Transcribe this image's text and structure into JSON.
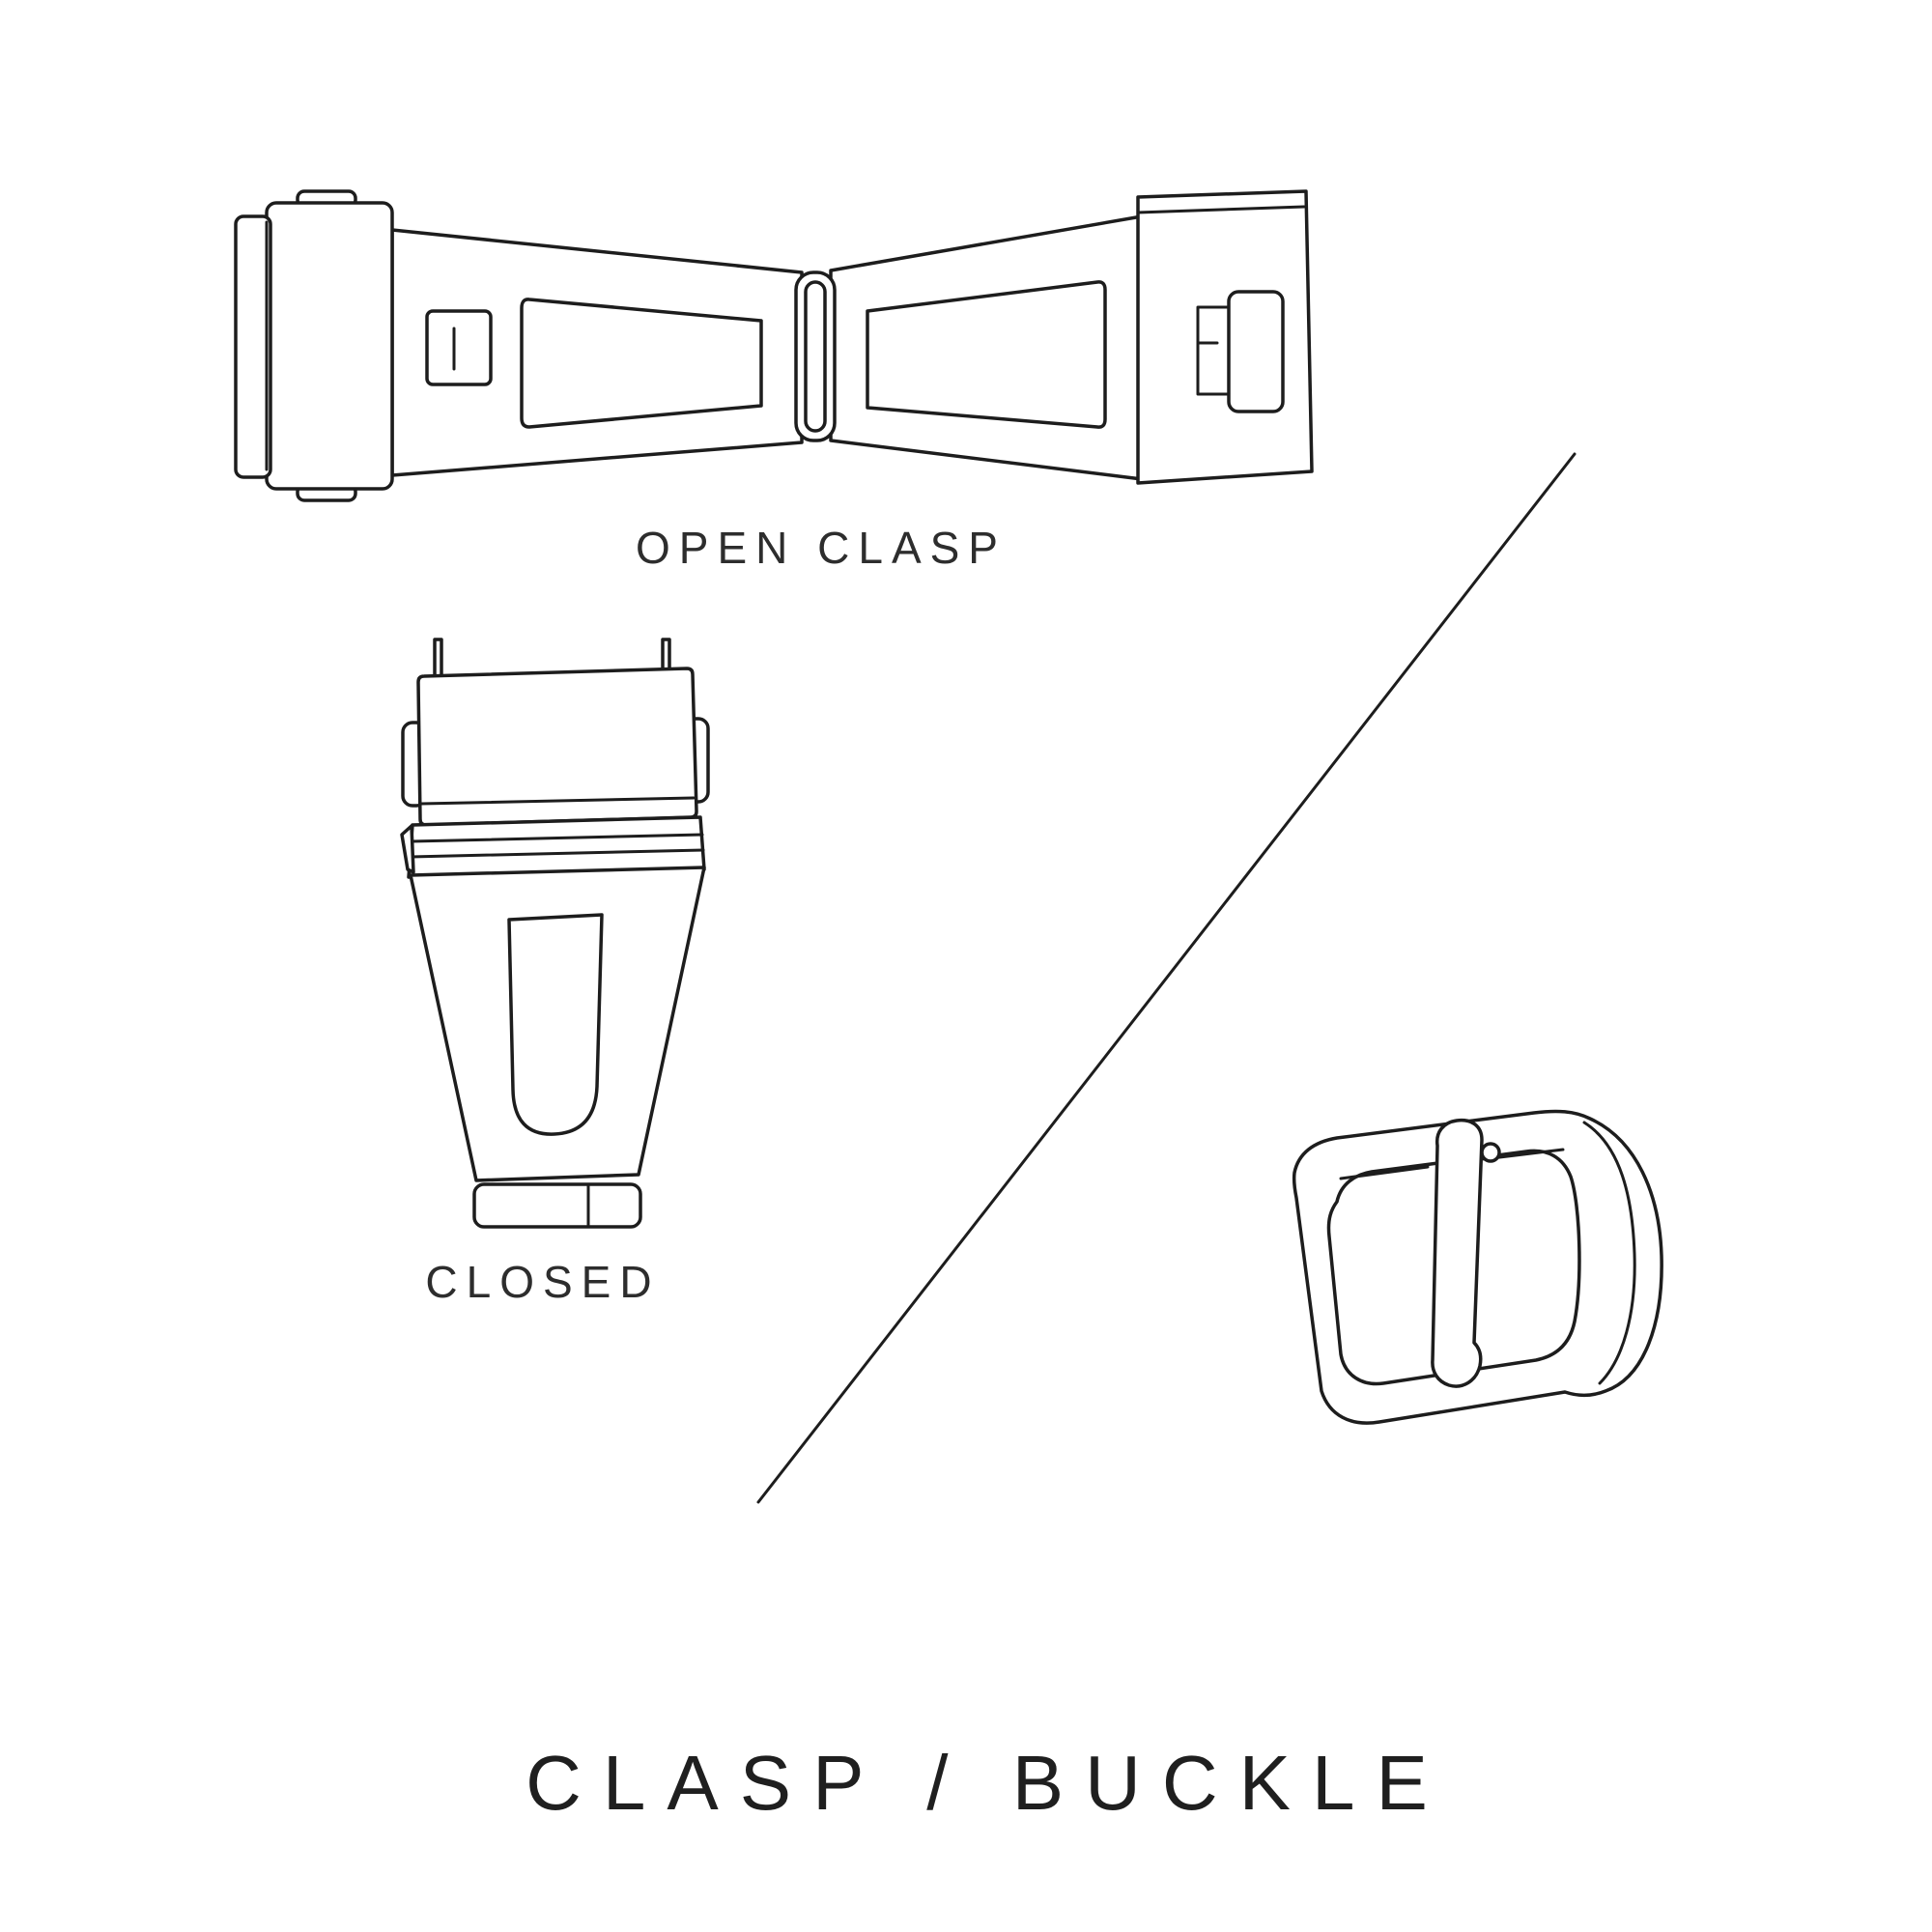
{
  "title": "CLASP / BUCKLE",
  "figures": {
    "open_clasp": {
      "name": "open-clasp-illustration",
      "label": "OPEN CLASP"
    },
    "closed_clasp": {
      "name": "closed-clasp-illustration",
      "label": "CLOSED"
    },
    "buckle": {
      "name": "tang-buckle-illustration",
      "label": ""
    },
    "divider": {
      "name": "diagonal-divider-line"
    }
  },
  "colors": {
    "background": "#ffffff",
    "line": "#1d1d1d",
    "text": "#2d2d2d"
  }
}
